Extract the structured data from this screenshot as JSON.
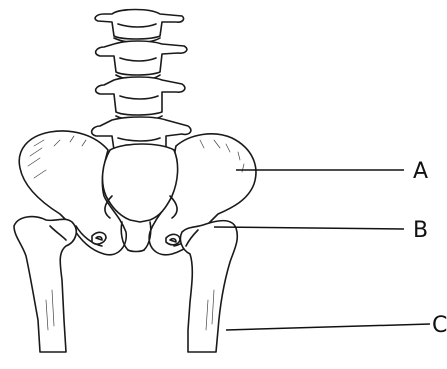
{
  "labels": {
    "a": "A",
    "b": "B",
    "c": "C"
  },
  "colors": {
    "ink": "#1a1a1a",
    "paper": "#ffffff"
  }
}
